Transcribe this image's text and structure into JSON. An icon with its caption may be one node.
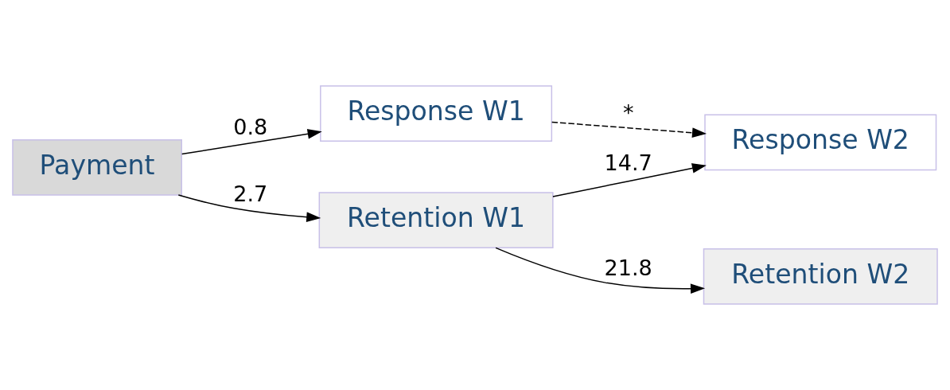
{
  "diagram": {
    "nodes": [
      {
        "text": [
          "Response W1"
        ]
      },
      {
        "text": [
          "Response W2"
        ]
      },
      {
        "text": [
          "Payment"
        ]
      },
      {
        "text": [
          "Retention W1"
        ]
      },
      {
        "text": [
          "Retention W2"
        ]
      }
    ],
    "edges": [
      {
        "from": 2,
        "to": 0,
        "arrow": "to",
        "label": "0.8"
      },
      {
        "from": 0,
        "to": 1,
        "arrow": "to",
        "label": "*",
        "style": "dashed"
      },
      {
        "from": 2,
        "to": 3,
        "arrow": "to",
        "label": "2.7"
      },
      {
        "from": 3,
        "to": 1,
        "arrow": "to",
        "label": "14.7"
      },
      {
        "from": 3,
        "to": 4,
        "arrow": "to",
        "label": "21.8"
      }
    ]
  }
}
